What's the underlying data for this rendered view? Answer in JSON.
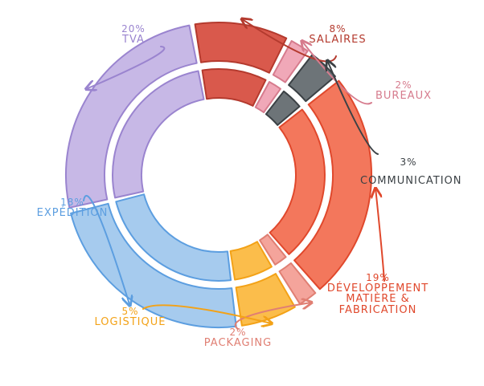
{
  "chart_data": {
    "type": "pie",
    "style": "hand-drawn split donut",
    "slices": [
      {
        "label": "SALAIRES",
        "percent_text": "8%",
        "value": 8,
        "color": "#d9594c",
        "stroke": "#b43a2e"
      },
      {
        "label": "BUREAUX",
        "percent_text": "2%",
        "value": 2,
        "color": "#f0a8b8",
        "stroke": "#d67b8d"
      },
      {
        "label": "COMMUNICATION",
        "percent_text": "3%",
        "value": 3,
        "color": "#6d7478",
        "stroke": "#3b4145"
      },
      {
        "label": "DÉVELOPPEMENT\nMATIÈRE & FABRICATION",
        "percent_text": "19%",
        "value": 19,
        "color": "#f3775c",
        "stroke": "#e0482c"
      },
      {
        "label": "PACKAGING",
        "percent_text": "2%",
        "value": 2,
        "color": "#f4a49b",
        "stroke": "#e07f73"
      },
      {
        "label": "LOGISTIQUE",
        "percent_text": "5%",
        "value": 5,
        "color": "#fbbd4b",
        "stroke": "#f3a217"
      },
      {
        "label": "EXPÉDITION",
        "percent_text": "18%",
        "value": 18,
        "color": "#a6cbee",
        "stroke": "#5c9ee0"
      },
      {
        "label": "TVA",
        "percent_text": "20%",
        "value": 20,
        "color": "#c7b8e6",
        "stroke": "#9a84cf"
      }
    ]
  }
}
